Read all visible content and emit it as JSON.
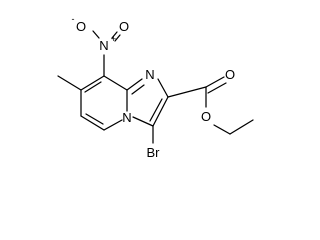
{
  "structure": {
    "atoms": {
      "nitro_o_minus": "O",
      "nitro_o_minus_charge": "-",
      "nitro_n": "N",
      "nitro_n_charge": "+",
      "nitro_o": "O",
      "imidazole_n": "N",
      "bridgehead_n": "N",
      "carbonyl_o": "O",
      "ester_o": "O",
      "bromine": "Br"
    }
  }
}
